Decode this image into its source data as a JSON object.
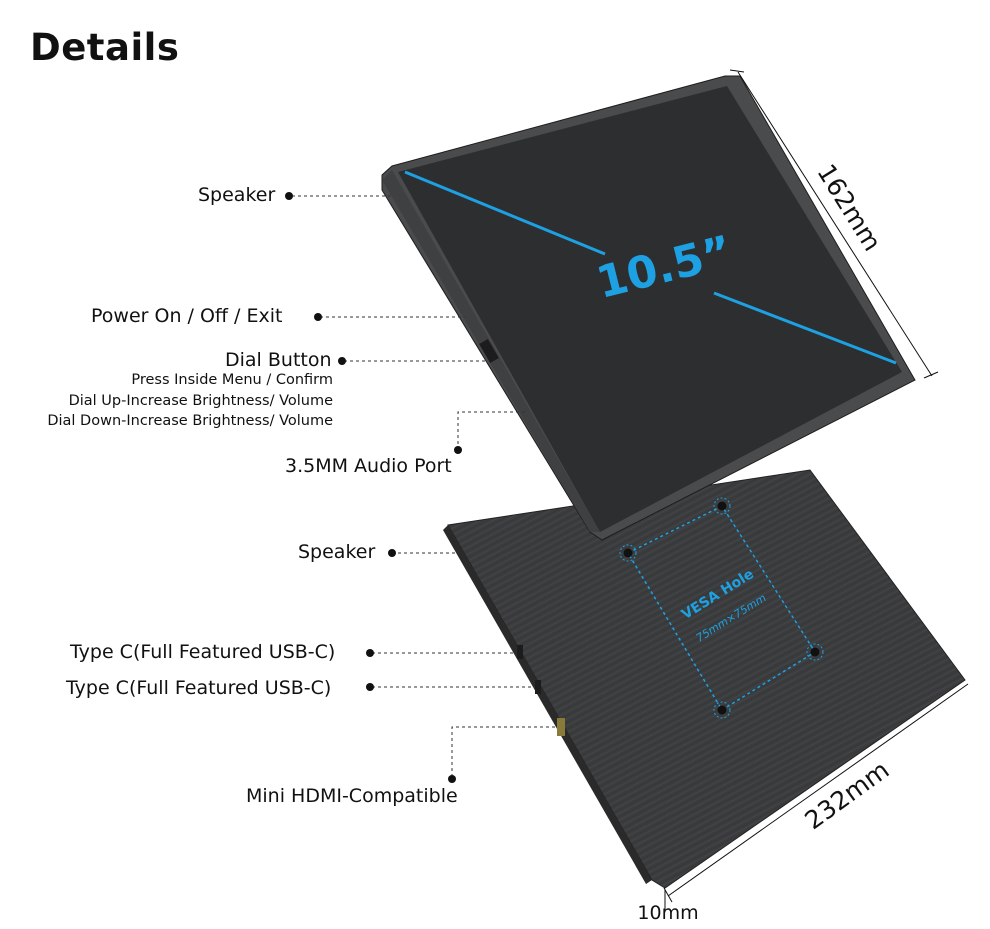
{
  "title": "Details",
  "screen_size": "10.5”",
  "dimensions": {
    "height": "162mm",
    "width": "232mm",
    "depth": "10mm"
  },
  "vesa": {
    "label": "VESA Hole",
    "size": "75mm×75mm"
  },
  "labels": {
    "speaker_top": "Speaker",
    "power": "Power On / Off / Exit",
    "dial": "Dial Button",
    "dial_notes": [
      "Press Inside Menu / Confirm",
      "Dial Up-Increase Brightness/ Volume",
      "Dial Down-Increase Brightness/ Volume"
    ],
    "audio": "3.5MM Audio Port",
    "speaker_bottom": "Speaker",
    "typec_1": "Type C(Full Featured USB-C)",
    "typec_2": "Type C(Full Featured USB-C)",
    "hdmi": "Mini HDMI-Compatible"
  },
  "colors": {
    "accent": "#1da1e2",
    "panel": "#3a3b3d",
    "screen": "#2c2c2c",
    "text": "#111111"
  }
}
